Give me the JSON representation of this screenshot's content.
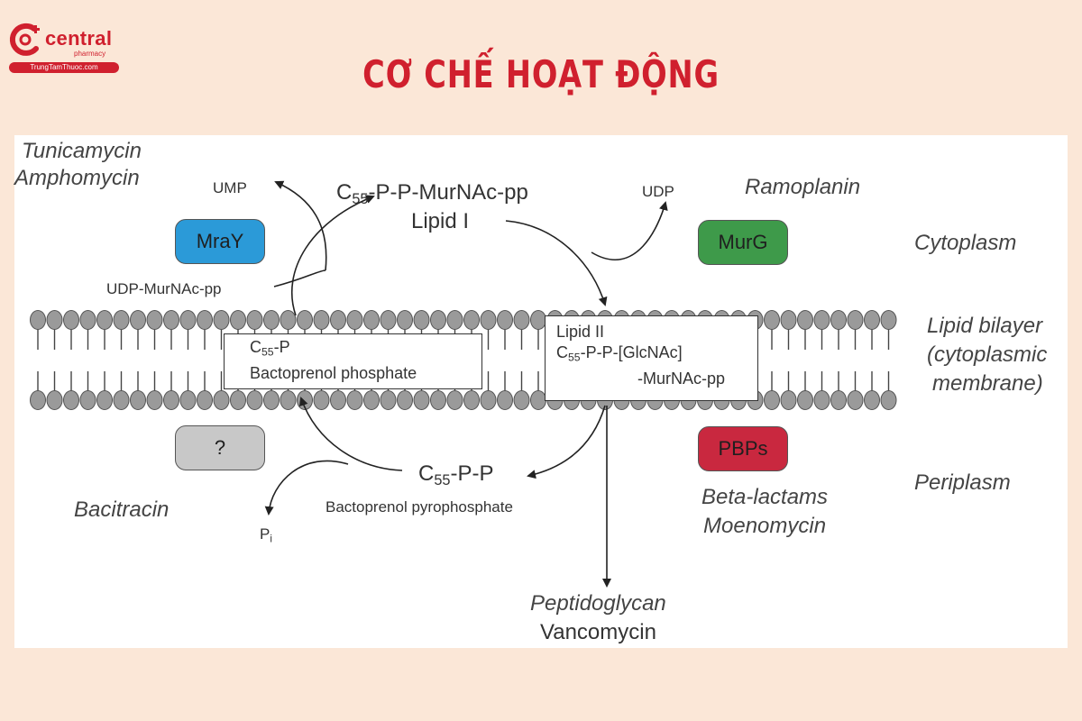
{
  "brand": {
    "logo_text": "central",
    "logo_sub": "pharmacy",
    "logo_url_text": "TrungTamThuoc.com",
    "color": "#d0202e"
  },
  "title": "CƠ CHẾ HOẠT ĐỘNG",
  "diagram": {
    "inhibitors": {
      "tunicamycin": "Tunicamycin",
      "amphomycin": "Amphomycin",
      "ramoplanin": "Ramoplanin",
      "bacitracin": "Bacitracin",
      "beta_lactams": "Beta-lactams",
      "moenomycin": "Moenomycin",
      "vancomycin": "Vancomycin"
    },
    "compartments": {
      "cytoplasm": "Cytoplasm",
      "lipid_bilayer_1": "Lipid bilayer",
      "lipid_bilayer_2": "(cytoplasmic",
      "lipid_bilayer_3": "membrane)",
      "periplasm": "Periplasm"
    },
    "enzymes": [
      {
        "label": "MraY",
        "color": "#2b9ad8"
      },
      {
        "label": "MurG",
        "color": "#3e9a4a"
      },
      {
        "label": "?",
        "color": "#c8c8c8"
      },
      {
        "label": "PBPs",
        "color": "#c9283f"
      }
    ],
    "molecules": {
      "ump": "UMP",
      "udp": "UDP",
      "udp_murnac": "UDP-MurNAc-pp",
      "lipid1_sub": "55",
      "lipid1_formula": "-P-P-MurNAc-pp",
      "lipid1_name": "Lipid I",
      "c55p_sub": "55",
      "c55p_formula": "-P",
      "c55p_name": "Bactoprenol phosphate",
      "lipid2_name": "Lipid II",
      "lipid2_sub": "55",
      "lipid2_formula": "-P-P-[GlcNAc]",
      "lipid2_formula_2": "-MurNAc-pp",
      "c55pp_sub": "55",
      "c55pp_formula": "-P-P",
      "c55pp_name": "Bactoprenol pyrophosphate",
      "pi_sub": "i",
      "peptidoglycan": "Peptidoglycan"
    }
  }
}
